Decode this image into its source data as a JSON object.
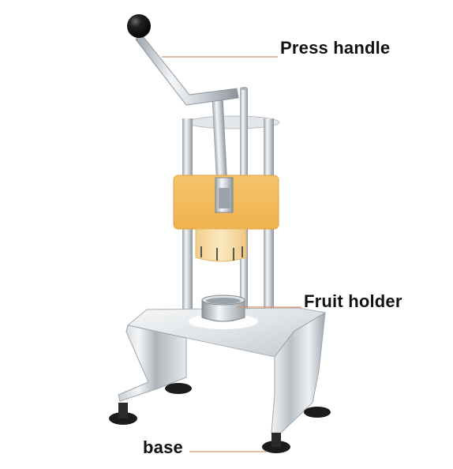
{
  "labels": {
    "press_handle": "Press handle",
    "fruit_holder": "Fruit holder",
    "base": "base"
  },
  "colors": {
    "leader_line": "#d9956a",
    "cutter_block": "#f1bd63",
    "cutter_ring": "#f7dfa8",
    "steel_light": "#f2f4f6",
    "steel_mid": "#c8cdd2",
    "steel_dark": "#7d858d",
    "knob": "#151515",
    "feet": "#1c1c1c"
  }
}
